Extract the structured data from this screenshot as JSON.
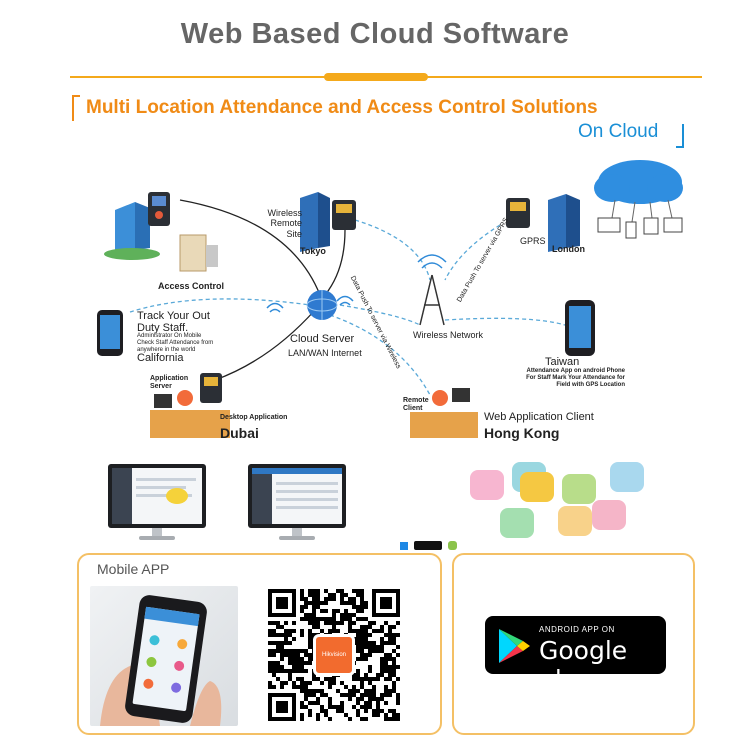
{
  "header": {
    "title": "Web Based Cloud Software",
    "accent_color": "#f4a91b"
  },
  "diagram": {
    "title": "Multi Location Attendance and Access Control Solutions",
    "subtitle": "On Cloud",
    "title_color": "#f08b16",
    "subtitle_color": "#1a8fd6",
    "nodes": {
      "access_control": "Access Control",
      "wireless_remote_site": "Wireless\nRemote Site",
      "tokyo": "Tokyo",
      "gprs": "GPRS",
      "london": "London",
      "cloud_server": "Cloud Server",
      "lan_wan": "LAN/WAN Internet",
      "wireless_network": "Wireless Network",
      "data_push_1": "Data Push To server via Wireless",
      "data_push_2": "Data Push To server via GPRS",
      "track_title": "Track Your Out Duty Staff.",
      "track_desc": "Administrator On Mobile Check Staff Attendance from anywhere in the world",
      "california": "California",
      "application_server": "Application Server",
      "desktop_application": "Desktop Application",
      "dubai": "Dubai",
      "remote_client": "Remote Client",
      "web_application_client": "Web Application Client",
      "hong_kong": "Hong Kong",
      "taiwan": "Taiwan",
      "taiwan_desc": "Attendance App on android Phone For Staff Mark Your Attendance for Field with GPS Location"
    }
  },
  "apps_row": {
    "icons": [
      "app-icon-pink",
      "app-icon-yellow",
      "app-icon-green",
      "app-icon-teal",
      "app-icon-blue",
      "app-icon-orange"
    ]
  },
  "mobile_box": {
    "title": "Mobile APP",
    "qr_logo_text": "Hikvision"
  },
  "play_box": {
    "small_text": "ANDROID APP ON",
    "big_text": "Google play"
  }
}
